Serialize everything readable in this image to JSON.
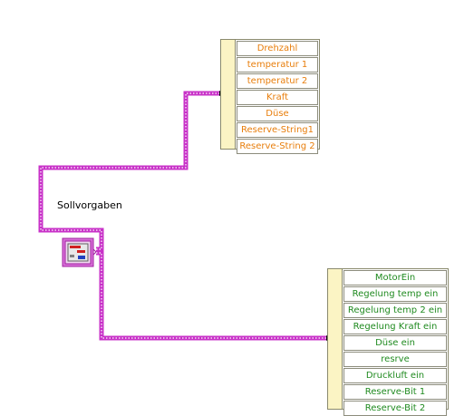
{
  "label": "Sollvorgaben",
  "colors": {
    "wire": "#c832c8",
    "wire_dots": "#ffffff",
    "string_text": "#e87e0c",
    "bool_text": "#1f8a1f",
    "unbundle_bar": "#fbf4c4"
  },
  "top_unbundle": {
    "items": [
      "Drehzahl",
      "temperatur 1",
      "temperatur 2",
      "Kraft",
      "Düse",
      "Reserve-String1",
      "Reserve-String 2"
    ]
  },
  "bottom_unbundle": {
    "items": [
      "MotorEin",
      "Regelung temp ein",
      "Regelung temp 2 ein",
      "Regelung Kraft ein",
      "Düse ein",
      "resrve",
      "Druckluft ein",
      "Reserve-Bit 1",
      "Reserve-Bit 2"
    ]
  }
}
